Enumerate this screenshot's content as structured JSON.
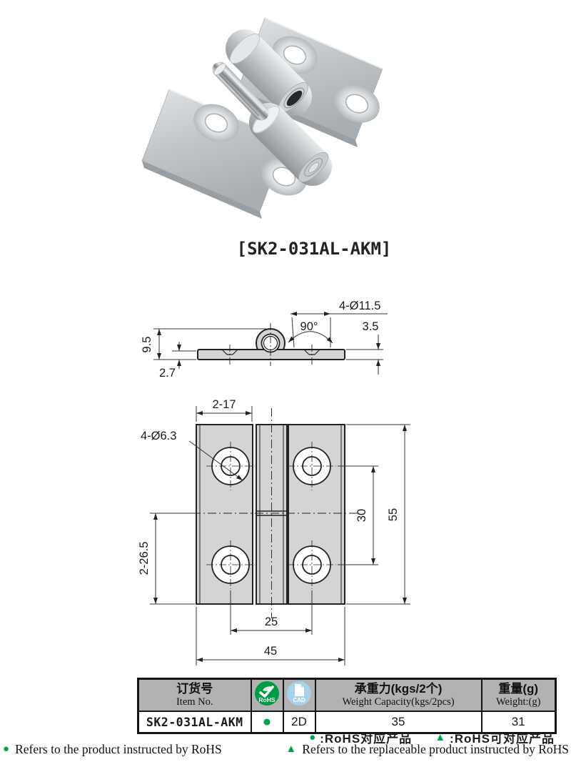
{
  "title": {
    "code": "[SK2-031AL-AKM]"
  },
  "colors": {
    "accent_orange": "#f7aa62",
    "rohs_green": "#00a14b",
    "rohs_badge_green": "#009b45",
    "cad_badge_blue": "#a8d2ea",
    "table_header_gray": "#b2b2b2",
    "drawing_fill_gray": "#d3d4d5"
  },
  "drawings": {
    "side": {
      "dim_height": "9.5",
      "dim_offset": "2.7",
      "dim_holes": "4-Ø11.5",
      "dim_angle": "90°",
      "dim_thickness": "3.5"
    },
    "front": {
      "dim_top_width": "2-17",
      "dim_holes": "4-Ø6.3",
      "dim_total_height": "55",
      "dim_hole_pitch_v": "30",
      "dim_bottom_half": "2-26.5",
      "dim_hole_pitch_h": "25",
      "dim_total_width": "45"
    }
  },
  "table": {
    "header": {
      "item_cn": "订货号",
      "item_en": "Item No.",
      "rohs_label": "RoHS",
      "cad_label": "CAD",
      "capacity_cn": "承重力(kgs/2个)",
      "capacity_en": "Weight Capacity(kgs/2pcs)",
      "weight_cn": "重量(g)",
      "weight_en": "Weight:(g)"
    },
    "row": {
      "item_no": "SK2-031AL-AKM",
      "rohs_mark": "●",
      "cad": "2D",
      "capacity": "35",
      "weight": "31"
    }
  },
  "legend": {
    "rohs_dot": "●",
    "rohs_dot_label": ":RoHS对应产品",
    "rohs_tri": "▲",
    "rohs_tri_label": ":RoHS可对应产品"
  },
  "footnotes": {
    "dot": "●",
    "dot_text": "Refers to the product instructed by RoHS",
    "tri": "▲",
    "tri_text": "Refers to the replaceable product instructed by RoHS"
  }
}
